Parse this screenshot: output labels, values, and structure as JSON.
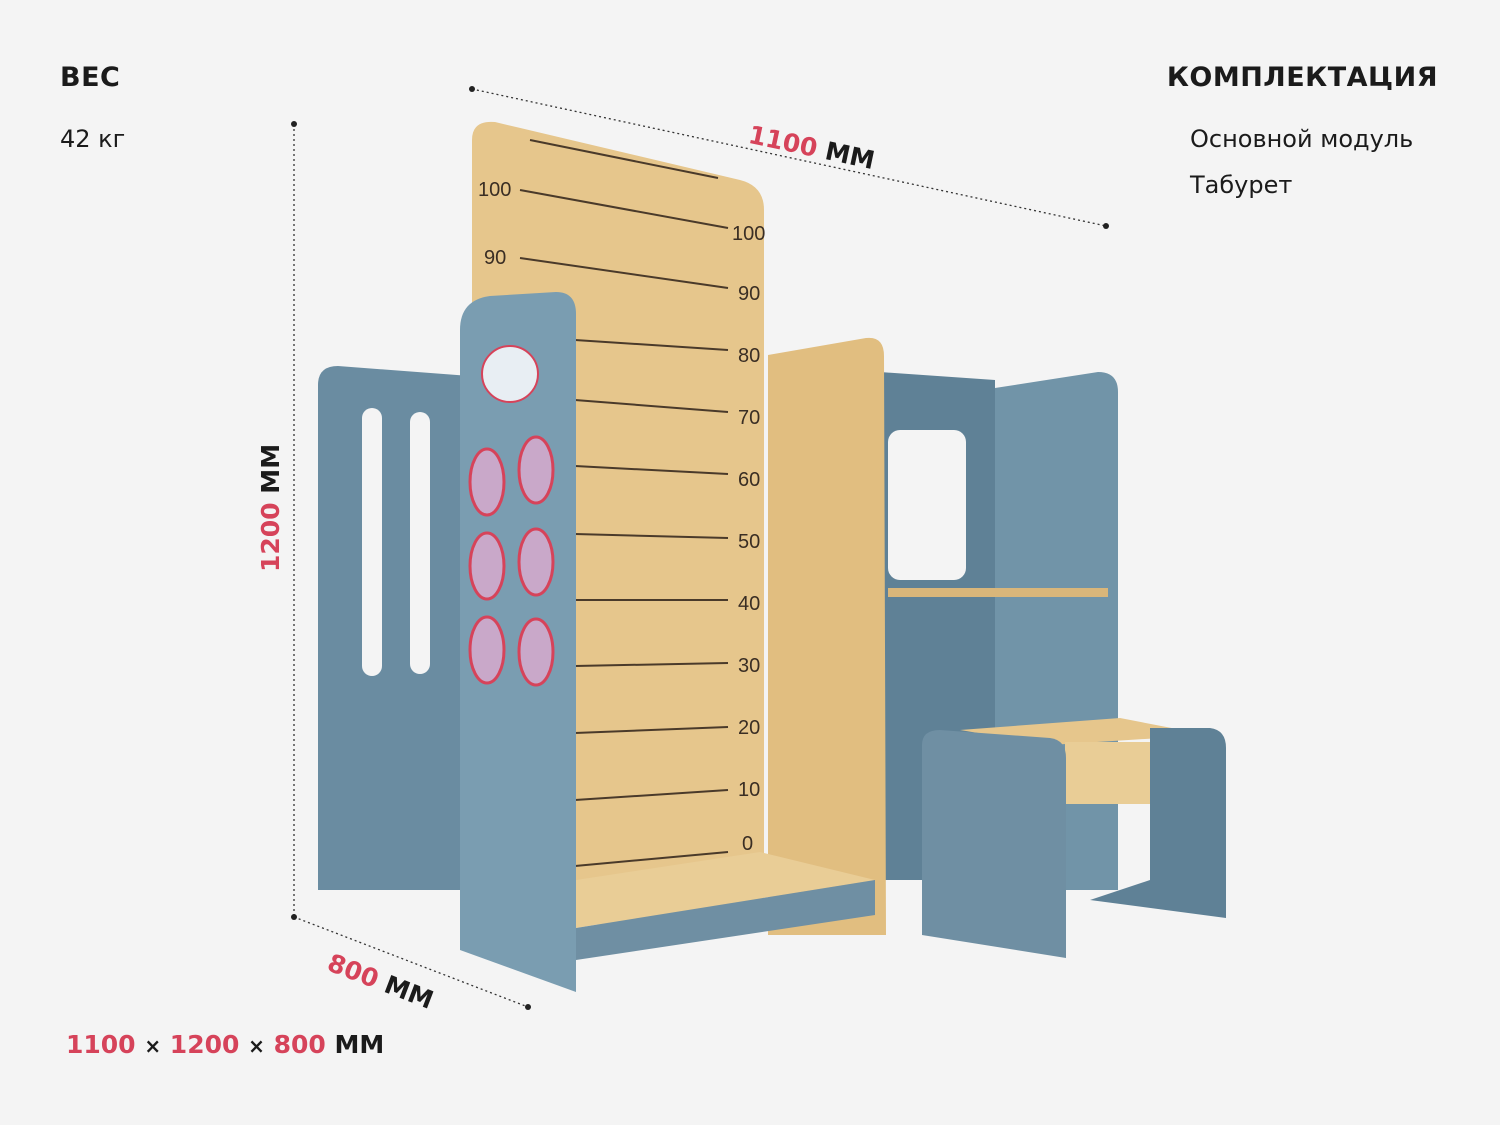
{
  "weight": {
    "title": "ВЕС",
    "value": "42 кг"
  },
  "kit": {
    "title": "КОМПЛЕКТАЦИЯ",
    "items": [
      "Основной модуль",
      "Табурет"
    ]
  },
  "dimensions": {
    "width": {
      "value": "1100",
      "unit": "ММ"
    },
    "height": {
      "value": "1200",
      "unit": "ММ"
    },
    "depth": {
      "value": "800",
      "unit": "ММ"
    },
    "summary": {
      "w": "1100",
      "h": "1200",
      "d": "800",
      "sep": "×",
      "unit": "ММ"
    }
  },
  "ruler": {
    "left_labels": [
      "100",
      "90"
    ],
    "right_labels": [
      "100",
      "90",
      "80",
      "70",
      "60",
      "50",
      "40",
      "30",
      "20",
      "10",
      "0"
    ]
  },
  "colors": {
    "accent": "#d6435a",
    "background": "#f4f4f4",
    "panel_blue": "#6f8fa3",
    "wood": "#e6c68c"
  }
}
